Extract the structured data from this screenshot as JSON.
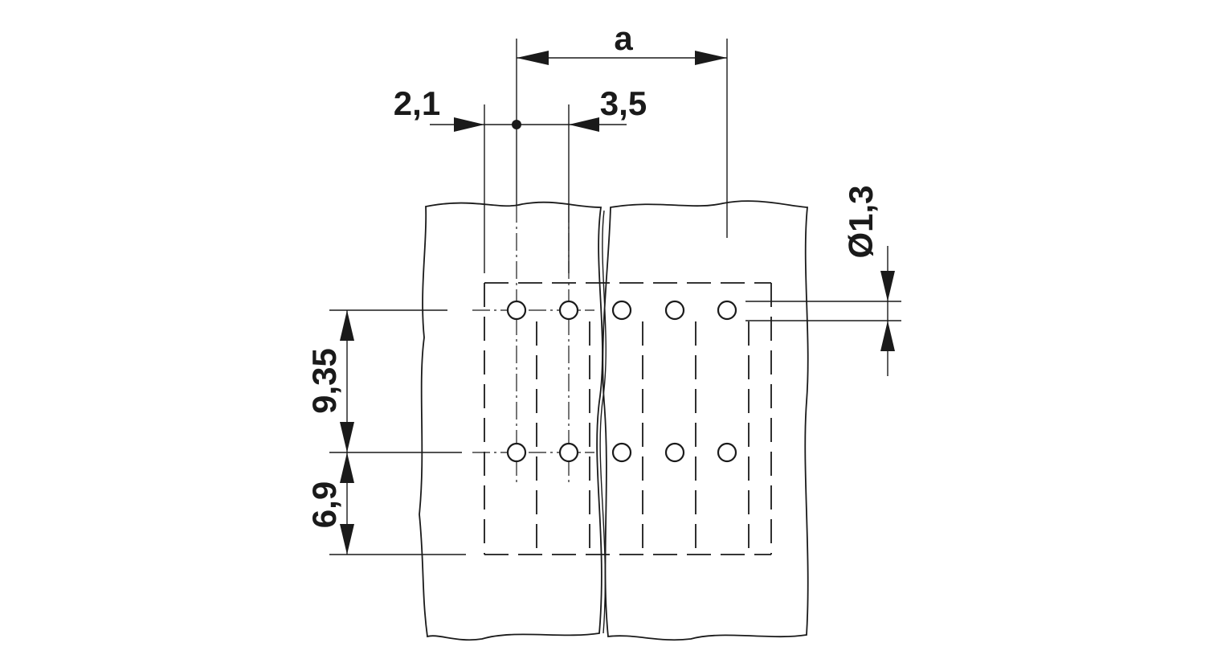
{
  "labels": {
    "pitch": "a",
    "left_offset": "2,1",
    "right_offset": "3,5",
    "hole_diameter": "Ø1,3",
    "row_spacing": "9,35",
    "bottom_offset": "6,9"
  },
  "colors": {
    "line": "#1a1a1a",
    "background": "#ffffff"
  }
}
